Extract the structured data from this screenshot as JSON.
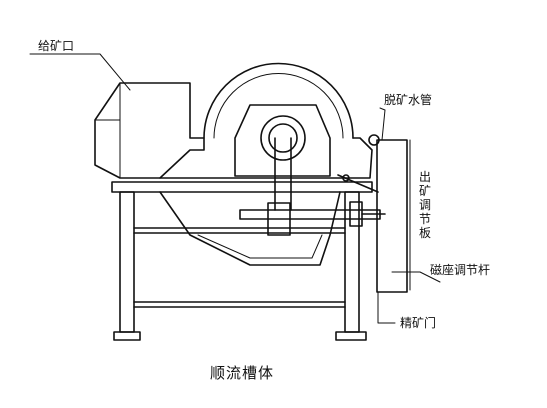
{
  "labels": {
    "feed_port": "给矿口",
    "dewater_pipe": "脱矿水管",
    "outlet_plate": "出矿调节板",
    "magnet_rod": "磁座调节杆",
    "concentrate_gate": "精矿门"
  },
  "caption": "顺流槽体"
}
